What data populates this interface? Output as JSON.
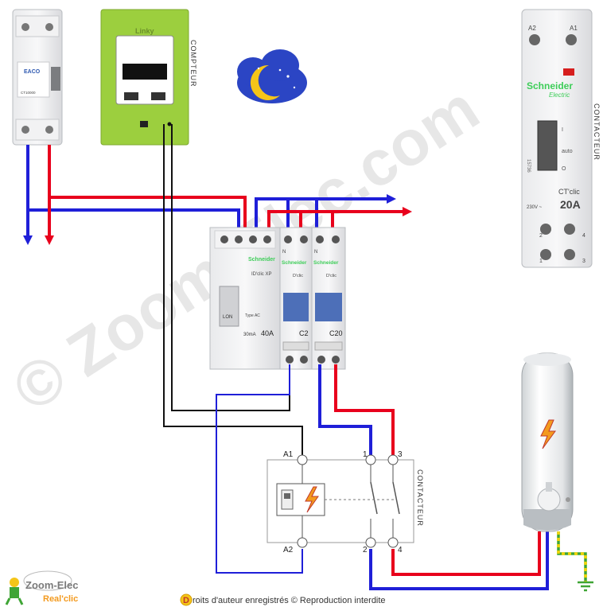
{
  "compteur_label": "COMPTEUR",
  "contacteur_label": "CONTACTEUR",
  "meter_brand": "Linky",
  "breaker_brand": "EACO",
  "breaker_code": "CT10000",
  "schneider_brand": "Schneider",
  "schneider_sub": "Electric",
  "module1_name": "ID'clic XP",
  "module1_rating": "40A",
  "module1_spec": "30mA",
  "module1_type": "Type AC",
  "module1_test": "LON",
  "module2_name": "D'clic",
  "module2_rating": "C2",
  "module3_name": "D'clic",
  "module3_rating": "C20",
  "neutral_mark": "N",
  "contactor_product": "CT'clic",
  "contactor_rating": "20A",
  "contactor_voltage": "230V ~",
  "contactor_mode_auto": "auto",
  "contactor_mode_i": "I",
  "contactor_mode_o": "O",
  "contactor_ref": "15736",
  "ct_a1": "A1",
  "ct_a2": "A2",
  "ct_t1": "1",
  "ct_t2": "2",
  "ct_t3": "3",
  "ct_t4": "4",
  "term_a1": "A1",
  "term_a2": "A2",
  "term_1": "1",
  "term_2": "2",
  "term_3": "3",
  "term_4": "4",
  "logo_main": "Zoom-Elec",
  "logo_sub": "Real'clic",
  "watermark": "© Zoom-Elec.com",
  "footer_initial": "D",
  "footer_text": "roits d'auteur enregistrés © Reproduction interdite",
  "colors": {
    "phase": "#e8001c",
    "neutral": "#1f1fd8",
    "control": "#111111",
    "earth_green": "#3fa535",
    "earth_yellow": "#f1d400",
    "meter_green": "#9ccf3e",
    "schneider_green": "#3dcd58",
    "breaker_blue": "#4d6fb8",
    "moon_cloud": "#2b45c4",
    "logo_orange": "#f39a1e"
  },
  "icons": [
    "moon-icon",
    "lightning-icon",
    "plumber-mascot-icon",
    "earth-symbol-icon"
  ]
}
